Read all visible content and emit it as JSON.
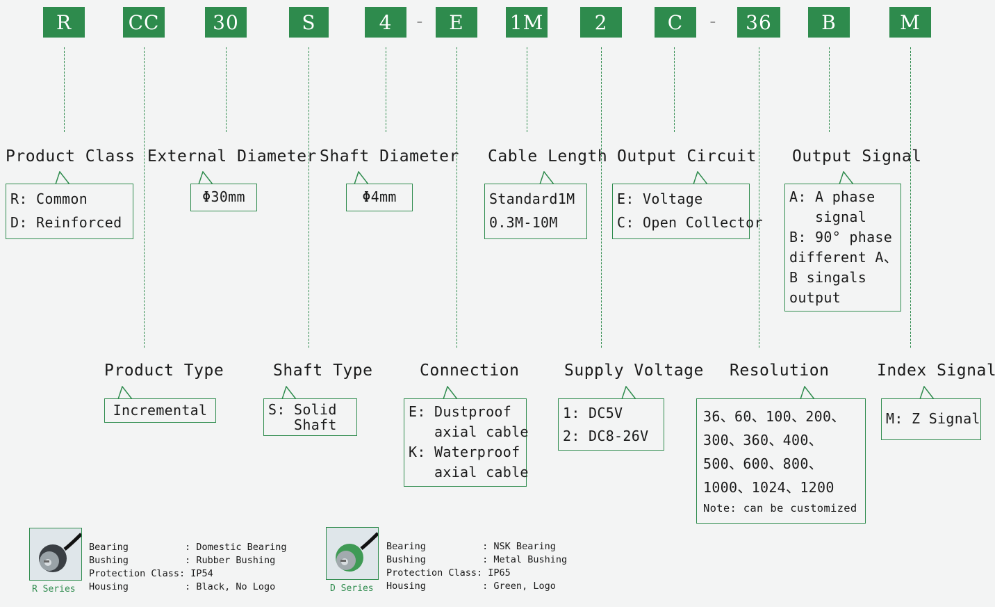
{
  "codes": [
    "R",
    "CC",
    "30",
    "S",
    "4",
    "E",
    "1M",
    "2",
    "C",
    "36",
    "B",
    "M"
  ],
  "separators": [
    "-",
    "-"
  ],
  "top_categories": [
    {
      "label": "Product Class",
      "lines": [
        "R: Common",
        "D: Reinforced"
      ]
    },
    {
      "label": "External Diameter",
      "lines": [
        "Φ30mm"
      ]
    },
    {
      "label": "Shaft Diameter",
      "lines": [
        "Φ4mm"
      ]
    },
    {
      "label": "Cable Length",
      "lines": [
        "Standard1M",
        "0.3M-10M"
      ]
    },
    {
      "label": "Output Circuit",
      "lines": [
        "E: Voltage",
        "C: Open Collector"
      ]
    },
    {
      "label": "Output Signal",
      "lines": [
        "A: A phase",
        "   signal",
        "B: 90° phase",
        "different A、",
        "B singals",
        "output"
      ]
    }
  ],
  "bottom_categories": [
    {
      "label": "Product Type",
      "lines": [
        "Incremental"
      ]
    },
    {
      "label": "Shaft Type",
      "lines": [
        "S: Solid",
        "   Shaft"
      ]
    },
    {
      "label": "Connection",
      "lines": [
        "E: Dustproof",
        "   axial cable",
        "K: Waterproof",
        "   axial cable"
      ]
    },
    {
      "label": "Supply Voltage",
      "lines": [
        "1: DC5V",
        "2: DC8-26V"
      ]
    },
    {
      "label": "Resolution",
      "lines": [
        "36、60、100、200、",
        "300、360、400、",
        "500、600、800、",
        "1000、1024、1200",
        "Note: can be customized"
      ]
    },
    {
      "label": "Index Signal",
      "lines": [
        "M: Z Signal"
      ]
    }
  ],
  "series": [
    {
      "name": "R Series",
      "specs": [
        "Bearing          : Domestic Bearing",
        "Bushing          : Rubber Bushing",
        "Protection Class: IP54",
        "Housing          : Black, No Logo"
      ],
      "body_color": "#3a3f44"
    },
    {
      "name": "D Series",
      "specs": [
        "Bearing          : NSK Bearing",
        "Bushing          : Metal Bushing",
        "Protection Class: IP65",
        "Housing          : Green, Logo"
      ],
      "body_color": "#3f9a55"
    }
  ],
  "colors": {
    "accent": "#2e8b4d",
    "background": "#f3f4f4"
  }
}
